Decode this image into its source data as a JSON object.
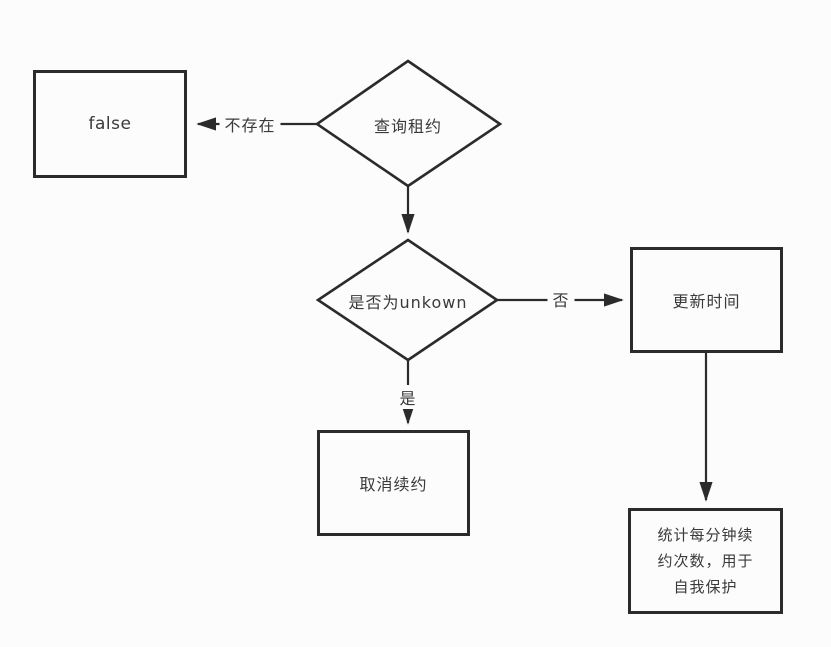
{
  "diagram": {
    "background": "#fcfcfc",
    "stroke_color": "#2b2b2b",
    "text_color": "#3a3a3a",
    "nodes": {
      "false_result": {
        "label": "false"
      },
      "query_lease": {
        "label": "查询租约"
      },
      "is_unknown": {
        "label": "是否为unkown"
      },
      "update_time": {
        "label": "更新时间"
      },
      "cancel_renewal": {
        "label": "取消续约"
      },
      "count_renewals": {
        "lines": [
          "统计每分钟续",
          "约次数，用于",
          "自我保护"
        ]
      }
    },
    "edges": {
      "not_exists": {
        "label": "不存在"
      },
      "no": {
        "label": "否"
      },
      "yes": {
        "label": "是"
      }
    }
  }
}
